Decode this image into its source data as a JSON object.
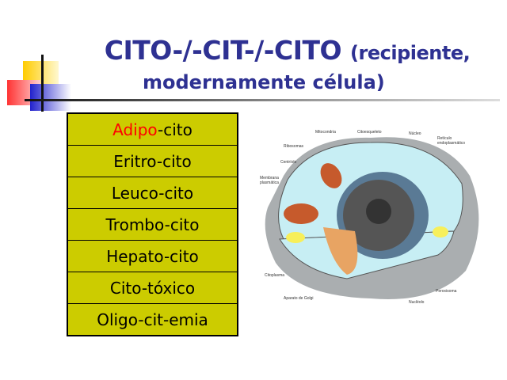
{
  "title": {
    "main": "CITO-/-CIT-/-CITO",
    "paren": "(recipiente,",
    "line2": "modernamente  célula)"
  },
  "table": {
    "rows": [
      {
        "highlight": "Adipo",
        "rest": "-cito"
      },
      {
        "text": "Eritro-cito"
      },
      {
        "text": "Leuco-cito"
      },
      {
        "text": "Trombo-cito"
      },
      {
        "text": "Hepato-cito"
      },
      {
        "text": "Cito-tóxico"
      },
      {
        "text": "Oligo-cit-emia"
      }
    ]
  },
  "diagram": {
    "labels": [
      "Mitocondria",
      "Citoesqueleto",
      "Núcleo",
      "Retículo endoplasmático",
      "Ribosomas",
      "Centríolo",
      "Membrana plasmática",
      "Citoplasma",
      "Aparato de Golgi",
      "Nucléolo",
      "Peroxisoma"
    ]
  }
}
